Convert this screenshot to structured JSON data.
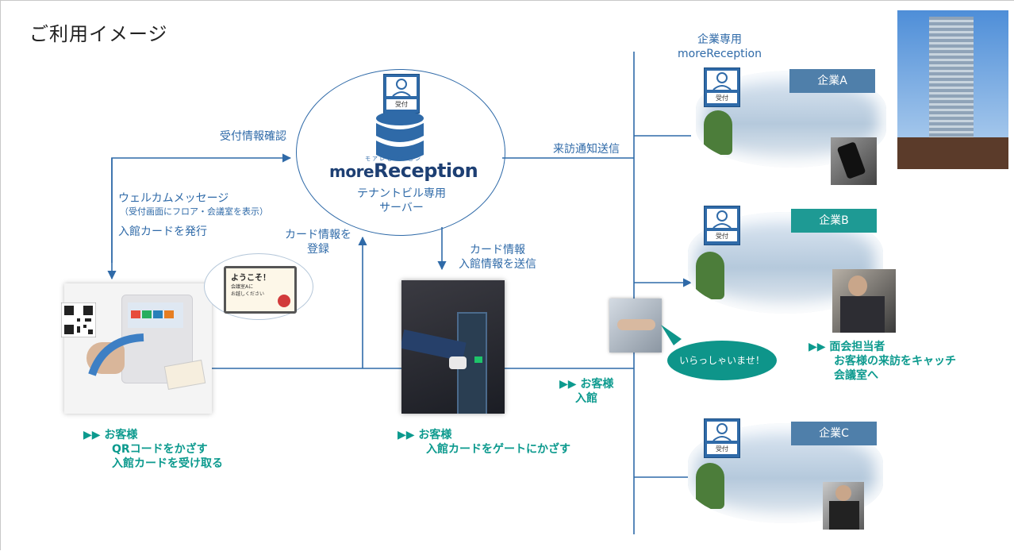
{
  "title": "ご利用イメージ",
  "server": {
    "logo_more": "more",
    "logo_reception": "Reception",
    "logo_ruby": "モアレセプション",
    "caption_line1": "テナントビル専用",
    "caption_line2": "サーバー",
    "avatar_label": "受付"
  },
  "labels": {
    "reception_check": "受付情報確認",
    "welcome_message": "ウェルカムメッセージ",
    "welcome_note": "（受付画面にフロア・会議室を表示）",
    "issue_card": "入館カードを発行",
    "register_card_line1": "カード情報を",
    "register_card_line2": "登録",
    "send_card_line1": "カード情報",
    "send_card_line2": "入館情報を送信",
    "visit_notify": "来訪通知送信",
    "dedicated_line1": "企業専用",
    "dedicated_line2": "moreReception"
  },
  "kiosk_popup": {
    "line1": "ようこそ！",
    "line2": "会議室Aに",
    "line3": "お越しください"
  },
  "captions": {
    "customer_a_line1": "▶▶ お客様",
    "customer_a_line2": "QRコードをかざす",
    "customer_a_line3": "入館カードを受け取る",
    "customer_b_line1": "▶▶ お客様",
    "customer_b_line2": "入館カードをゲートにかざす",
    "customer_c_line1": "▶▶ お客様",
    "customer_c_line2": "入館",
    "staff_line1": "▶▶ 面会担当者",
    "staff_line2": "お客様の来訪をキャッチ",
    "staff_line3": "会議室へ"
  },
  "greeting_bubble": "いらっしゃいませ！",
  "companies": [
    {
      "name": "企業A",
      "avatar_label": "受付"
    },
    {
      "name": "企業B",
      "avatar_label": "受付"
    },
    {
      "name": "企業C",
      "avatar_label": "受付"
    }
  ],
  "colors": {
    "line_blue": "#2f6aa8",
    "accent_teal": "#0c9a8e",
    "badge_blue": "#4f7faa",
    "badge_teal": "#1e9a94"
  }
}
